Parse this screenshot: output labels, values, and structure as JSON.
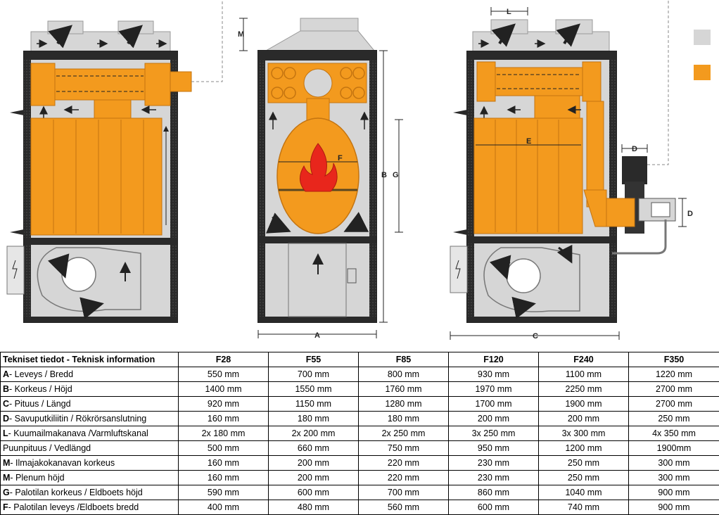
{
  "colors": {
    "orange": "#f39a1e",
    "light_gray": "#d6d6d6",
    "dark_frame": "#2a2a2a",
    "flame": "#e8261c"
  },
  "legend": [
    {
      "swatch": "light_gray"
    },
    {
      "swatch": "orange"
    }
  ],
  "dimension_labels": {
    "M": "M",
    "L": "L",
    "A": "A",
    "B": "B",
    "G": "G",
    "F": "F",
    "C": "C",
    "D_top": "D",
    "D_side": "D",
    "E": "E"
  },
  "table": {
    "header_label": "Tekniset tiedot - Teknisk information",
    "models": [
      "F28",
      "F55",
      "F85",
      "F120",
      "F240",
      "F350"
    ],
    "rows": [
      {
        "key": "A",
        "label": "- Leveys / Bredd",
        "values": [
          "550 mm",
          "700 mm",
          "800 mm",
          "930 mm",
          "1100 mm",
          "1220 mm"
        ]
      },
      {
        "key": "B",
        "label": "- Korkeus / Höjd",
        "values": [
          "1400 mm",
          "1550 mm",
          "1760 mm",
          "1970 mm",
          "2250 mm",
          "2700 mm"
        ]
      },
      {
        "key": "C",
        "label": "- Pituus / Längd",
        "values": [
          "920 mm",
          "1150 mm",
          "1280 mm",
          "1700 mm",
          "1900 mm",
          "2700 mm"
        ]
      },
      {
        "key": "D",
        "label": "- Savuputkiliitin / Rökrörsanslutning",
        "values": [
          "160 mm",
          "180 mm",
          "180 mm",
          "200 mm",
          "200 mm",
          "250 mm"
        ]
      },
      {
        "key": "L",
        "label": "- Kuumailmakanava /Varmluftskanal",
        "values": [
          "2x 180 mm",
          "2x 200 mm",
          "2x 250 mm",
          "3x 250 mm",
          "3x 300 mm",
          "4x 350 mm"
        ]
      },
      {
        "key": "",
        "label": "Puunpituus / Vedlängd",
        "values": [
          "500 mm",
          "660 mm",
          "750 mm",
          "950 mm",
          "1200 mm",
          "1900mm"
        ]
      },
      {
        "key": "M",
        "label": "- Ilmajakokanavan korkeus",
        "values": [
          "160 mm",
          "200 mm",
          "220 mm",
          "230 mm",
          "250 mm",
          "300 mm"
        ]
      },
      {
        "key": "M",
        "label": "- Plenum höjd",
        "values": [
          "160 mm",
          "200 mm",
          "220 mm",
          "230 mm",
          "250 mm",
          "300 mm"
        ]
      },
      {
        "key": "G",
        "label": "- Palotilan korkeus / Eldboets höjd",
        "values": [
          "590 mm",
          "600 mm",
          "700 mm",
          "860 mm",
          "1040 mm",
          "900 mm"
        ]
      },
      {
        "key": "F",
        "label": "- Palotilan leveys /Eldboets bredd",
        "values": [
          "400 mm",
          "480 mm",
          "560 mm",
          "600 mm",
          "740 mm",
          "900 mm"
        ]
      }
    ]
  }
}
